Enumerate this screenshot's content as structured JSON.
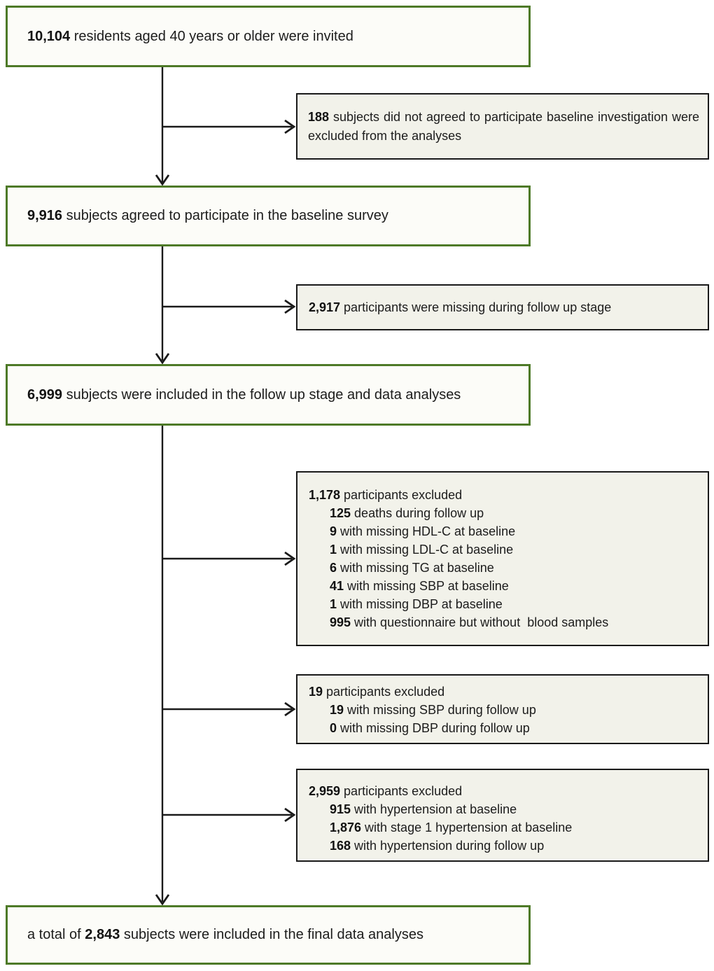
{
  "flow": {
    "main_boxes": [
      {
        "prefix": "",
        "number": "10,104",
        "text": " residents aged 40 years or older were invited"
      },
      {
        "prefix": "",
        "number": "9,916",
        "text": " subjects agreed to participate in the baseline survey"
      },
      {
        "prefix": "",
        "number": "6,999",
        "text": " subjects were included in the follow up stage and data analyses"
      },
      {
        "prefix": "a total of ",
        "number": "2,843",
        "text": " subjects were included in the final data analyses"
      }
    ],
    "side_boxes": [
      {
        "lines": [
          {
            "num": "188",
            "text": " subjects did not agreed to participate baseline investigation were excluded from the analyses"
          }
        ]
      },
      {
        "lines": [
          {
            "num": "2,917",
            "text": " participants were missing during follow up stage"
          }
        ]
      },
      {
        "lines": [
          {
            "num": "1,178",
            "text": " participants excluded"
          },
          {
            "num": "125",
            "text": " deaths during follow up"
          },
          {
            "num": "9",
            "text": " with missing HDL-C at baseline"
          },
          {
            "num": "1",
            "text": " with missing LDL-C at baseline"
          },
          {
            "num": "6",
            "text": " with missing TG at baseline"
          },
          {
            "num": "41",
            "text": " with missing SBP at baseline"
          },
          {
            "num": "1",
            "text": " with missing DBP at baseline"
          },
          {
            "num": "995",
            "text": " with questionnaire but without  blood samples"
          }
        ]
      },
      {
        "lines": [
          {
            "num": "19",
            "text": " participants excluded"
          },
          {
            "num": "19",
            "text": " with missing SBP during follow up"
          },
          {
            "num": "0",
            "text": " with missing DBP during follow up"
          }
        ]
      },
      {
        "lines": [
          {
            "num": "2,959",
            "text": " participants excluded"
          },
          {
            "num": "915",
            "text": " with hypertension at baseline"
          },
          {
            "num": "1,876",
            "text": " with stage 1 hypertension at baseline"
          },
          {
            "num": "168",
            "text": " with hypertension during follow up"
          }
        ]
      }
    ],
    "colors": {
      "green_border": "#4e7a28",
      "main_box_bg": "#fcfcf8",
      "side_box_bg": "#f2f2ea",
      "side_box_border": "#1a1a1a",
      "arrow": "#1a1a1a",
      "text": "#1c1c1c"
    }
  }
}
